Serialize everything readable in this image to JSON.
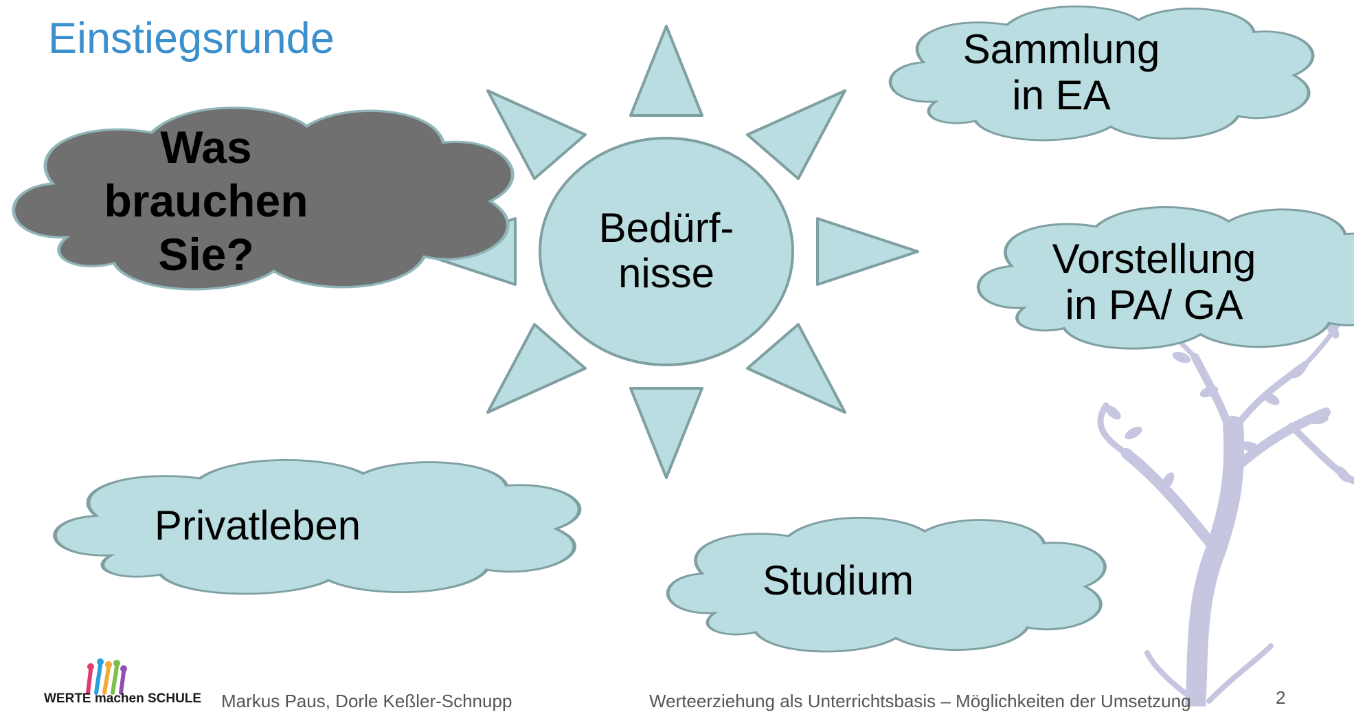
{
  "slide": {
    "title": "Einstiegsrunde",
    "question": {
      "line1": "Was",
      "line2": "brauchen",
      "line3": "Sie?"
    },
    "center": {
      "line1": "Bedürf-",
      "line2": "nisse"
    },
    "clouds": {
      "sammlung": {
        "line1": "Sammlung",
        "line2": "in EA"
      },
      "vorstellung": {
        "line1": "Vorstellung",
        "line2": "in PA/ GA"
      },
      "privatleben": {
        "line1": "Privatleben"
      },
      "studium": {
        "line1": "Studium"
      }
    },
    "footer": {
      "logo_text": "WERTE machen SCHULE",
      "authors": "Markus Paus, Dorle Keßler-Schnupp",
      "subtitle": "Werteerziehung als Unterrichtsbasis – Möglichkeiten der Umsetzung",
      "page_number": "2"
    }
  },
  "colors": {
    "title": "#3a8fcd",
    "shape_fill": "#b9dde0",
    "shape_stroke": "#7f9fa3",
    "question_cloud_fill": "#707070",
    "tree": "#c6c6e0"
  }
}
